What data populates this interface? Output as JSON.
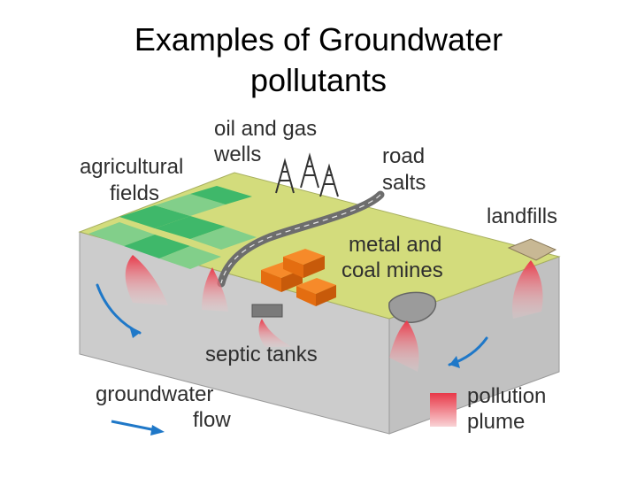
{
  "title": {
    "line1": "Examples of Groundwater",
    "line2": "pollutants"
  },
  "labels": {
    "oil_gas": [
      "oil and gas",
      "wells"
    ],
    "road_salts": [
      "road",
      "salts"
    ],
    "agricultural": [
      "agricultural",
      "fields"
    ],
    "landfills": "landfills",
    "mines": [
      "metal and",
      "coal mines"
    ],
    "septic": "septic tanks",
    "groundwater_flow": [
      "groundwater",
      "flow"
    ],
    "pollution_plume": [
      "pollution",
      "plume"
    ]
  },
  "colors": {
    "land_surface": "#d2dc7a",
    "block_front": "#cfcfcf",
    "block_side": "#bdbdbd",
    "field_green": "#3fb86a",
    "field_light": "#7fcf8f",
    "plume": "#e84a5a",
    "flow_arrow": "#1f78c8",
    "road": "#707070",
    "buildings": "#f07a1e"
  }
}
